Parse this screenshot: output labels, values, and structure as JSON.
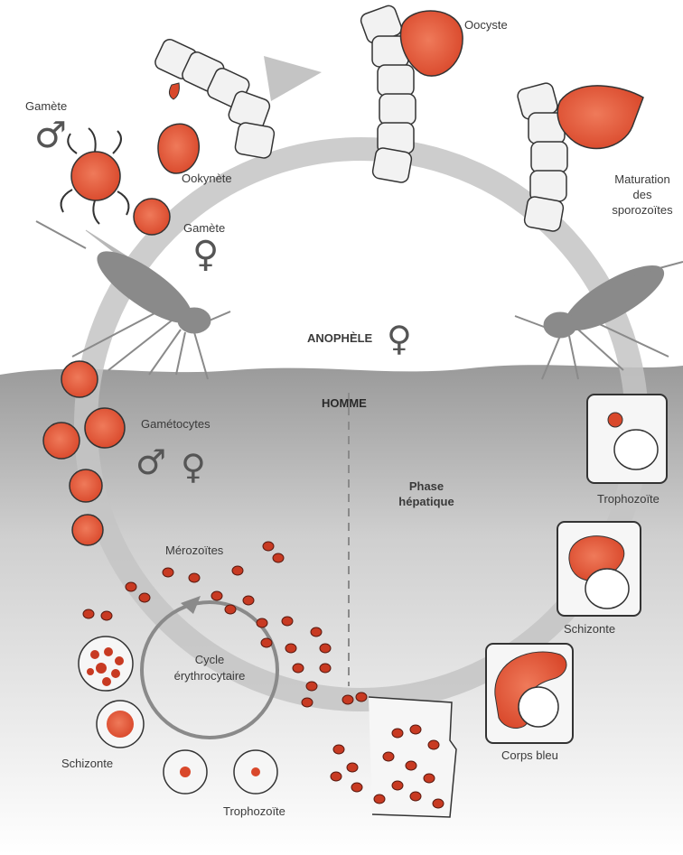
{
  "labels": {
    "gamete_male": "Gamète",
    "ookynete": "Ookynète",
    "gamete_female": "Gamète",
    "oocyste": "Oocyste",
    "maturation_line1": "Maturation",
    "maturation_line2": "des",
    "maturation_line3": "sporozoïtes",
    "anophele": "ANOPHÈLE",
    "homme": "HOMME",
    "gametocytes": "Gamétocytes",
    "phase_line1": "Phase",
    "phase_line2": "hépatique",
    "trophozoite_right": "Trophozoïte",
    "merozoites": "Mérozoïtes",
    "cycle_line1": "Cycle",
    "cycle_line2": "érythrocytaire",
    "schizonte_right": "Schizonte",
    "corps_bleu": "Corps bleu",
    "schizonte_left": "Schizonte",
    "trophozoite_bottom": "Trophozoïte"
  },
  "symbols": {
    "male": "♂",
    "female": "♀"
  },
  "colors": {
    "parasite_red": "#d9482b",
    "parasite_light": "#ef7a5a",
    "cycle_arrow": "#c4c4c4",
    "human_zone_top": "#9a9a9a",
    "human_zone_bottom": "#ffffff",
    "mosquito": "#8a8a8a",
    "cell_outline": "#333333"
  }
}
